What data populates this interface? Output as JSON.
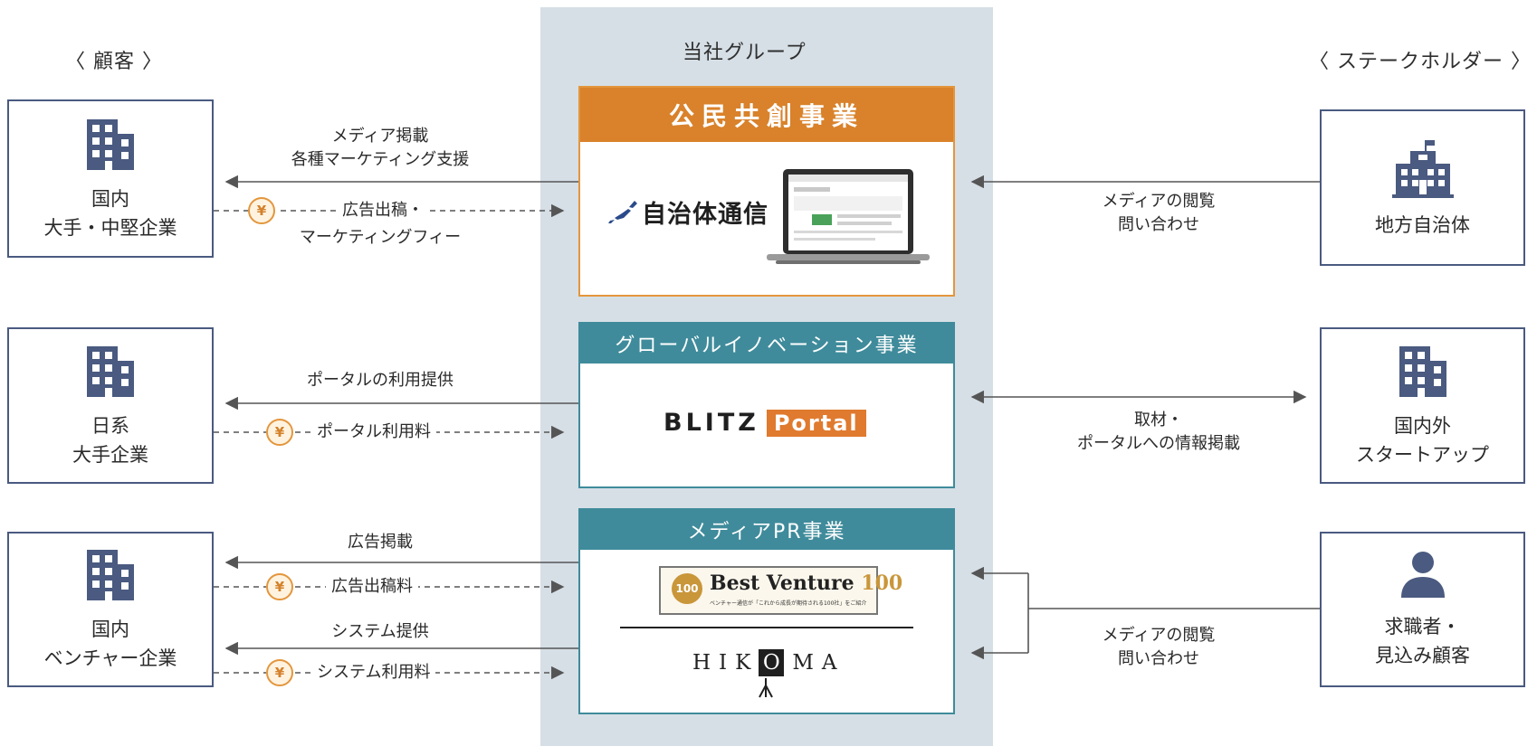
{
  "center": {
    "title": "当社グループ"
  },
  "left_header": "〈 顧客 〉",
  "right_header": "〈 ステークホルダー 〉",
  "customers": [
    {
      "label": "国内\n大手・中堅企業",
      "icon": "building-icon"
    },
    {
      "label": "日系\n大手企業",
      "icon": "building-icon"
    },
    {
      "label": "国内\nベンチャー企業",
      "icon": "building-icon"
    }
  ],
  "stakeholders": [
    {
      "label": "地方自治体",
      "icon": "city-hall-icon"
    },
    {
      "label": "国内外\nスタートアップ",
      "icon": "building-icon"
    },
    {
      "label": "求職者・\n見込み顧客",
      "icon": "person-icon"
    }
  ],
  "businesses": [
    {
      "title": "公民共創事業",
      "header_color": "#d9822b",
      "border_color": "#e3963d",
      "logo": "自治体通信"
    },
    {
      "title": "グローバルイノベーション事業",
      "header_color": "#3f8b9b",
      "border_color": "#3f8b9b",
      "logo_main": "BLITZ",
      "logo_badge": "Portal"
    },
    {
      "title": "メディアPR事業",
      "header_color": "#3f8b9b",
      "border_color": "#3f8b9b",
      "logo_bv_num": "100",
      "logo_bv_main": "Best Venture",
      "logo_bv_main_num": "100",
      "logo_bv_sub": "ベンチャー通信が「これから成長が期待される100社」をご紹介",
      "logo_hikoma_a": "HIK",
      "logo_hikoma_o": "O",
      "logo_hikoma_b": "MA"
    }
  ],
  "flows_left": {
    "r1_service": "メディア掲載\n各種マーケティング支援",
    "r1_pay": "広告出稿・",
    "r1_pay2": "マーケティングフィー",
    "r2_service": "ポータルの利用提供",
    "r2_pay": "ポータル利用料",
    "r3_service_a": "広告掲載",
    "r3_pay_a": "広告出稿料",
    "r3_service_b": "システム提供",
    "r3_pay_b": "システム利用料",
    "yen": "¥"
  },
  "flows_right": {
    "r1": "メディアの閲覧\n問い合わせ",
    "r2": "取材・\nポータルへの情報掲載",
    "r3": "メディアの閲覧\n問い合わせ"
  },
  "colors": {
    "box_border": "#4a5a80",
    "icon": "#4a5a80",
    "orange": "#d9822b",
    "teal": "#3f8b9b",
    "band": "#d6dfe6"
  }
}
